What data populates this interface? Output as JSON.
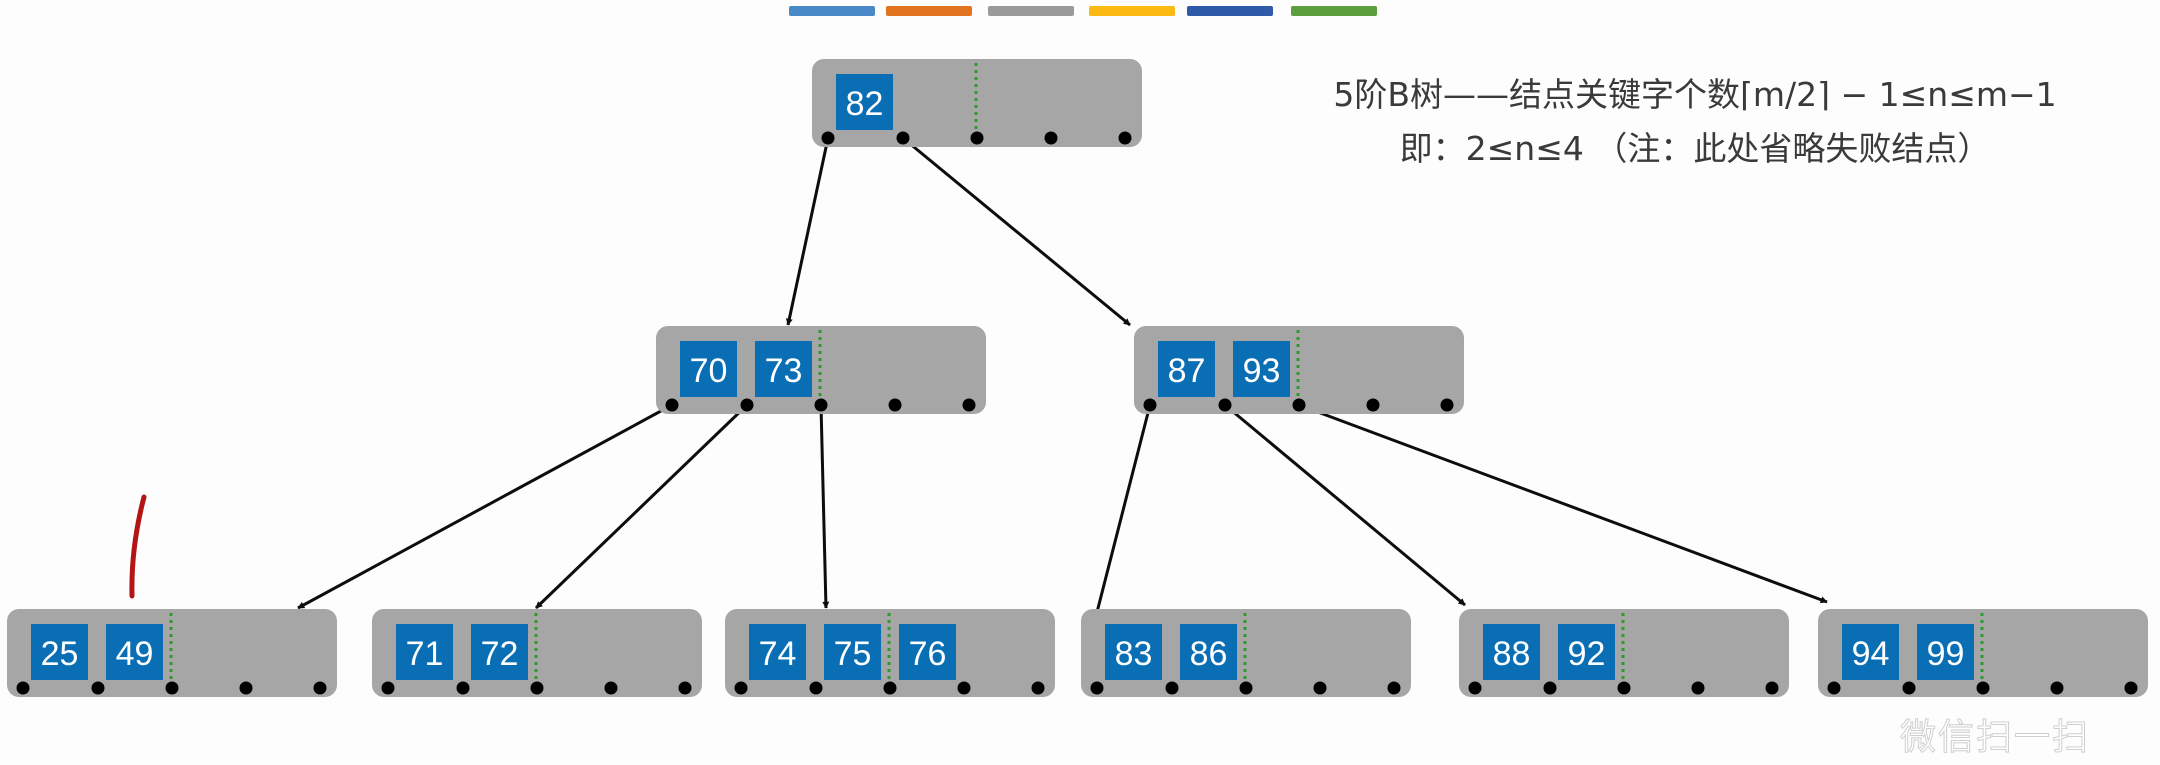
{
  "legend_colors": [
    "#4a89c8",
    "#e27320",
    "#9a9a9a",
    "#fbb913",
    "#2e5aa8",
    "#5b9e3c"
  ],
  "colors": {
    "node_fill": "#a6a6a6",
    "key_fill": "#0a6eb4",
    "key_text": "#ffffff",
    "pointer": "#000000",
    "arrow": "#0d0d0d",
    "divider": "#2e9a2e",
    "annotation": "#b31515"
  },
  "caption": {
    "line1": "5阶B树——结点关键字个数⌈m/2⌉ − 1≤n≤m−1",
    "line2": "即：2≤n≤4 （注：此处省略失败结点）"
  },
  "tree": {
    "order": 5,
    "root": {
      "id": "n82",
      "keys": [
        82
      ]
    },
    "level1": [
      {
        "id": "n70",
        "keys": [
          70,
          73
        ]
      },
      {
        "id": "n87",
        "keys": [
          87,
          93
        ]
      }
    ],
    "level2": [
      {
        "id": "n25",
        "keys": [
          25,
          49
        ]
      },
      {
        "id": "n71",
        "keys": [
          71,
          72
        ]
      },
      {
        "id": "n74",
        "keys": [
          74,
          75,
          76
        ]
      },
      {
        "id": "n83",
        "keys": [
          83,
          86
        ]
      },
      {
        "id": "n88",
        "keys": [
          88,
          92
        ]
      },
      {
        "id": "n94",
        "keys": [
          94,
          99
        ]
      }
    ],
    "edges": [
      {
        "from": "n82",
        "pointer": 0,
        "to": "n70"
      },
      {
        "from": "n82",
        "pointer": 1,
        "to": "n87"
      },
      {
        "from": "n70",
        "pointer": 0,
        "to": "n25"
      },
      {
        "from": "n70",
        "pointer": 1,
        "to": "n71"
      },
      {
        "from": "n70",
        "pointer": 2,
        "to": "n74"
      },
      {
        "from": "n87",
        "pointer": 0,
        "to": "n83"
      },
      {
        "from": "n87",
        "pointer": 1,
        "to": "n88"
      },
      {
        "from": "n87",
        "pointer": 2,
        "to": "n94"
      }
    ]
  },
  "watermark": "微信扫一扫"
}
